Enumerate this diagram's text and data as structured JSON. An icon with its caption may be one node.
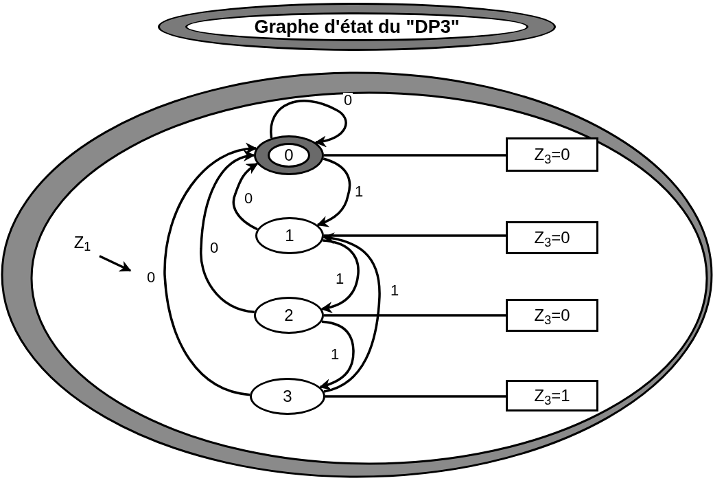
{
  "diagram": {
    "title": "Graphe d'état du \"DP3\"",
    "nodes": [
      {
        "text": [
          "0"
        ]
      },
      {
        "text": [
          "1"
        ]
      },
      {
        "text": [
          "2"
        ]
      },
      {
        "text": [
          "3"
        ]
      },
      {
        "text": [
          "Z$_{3}$=0"
        ]
      },
      {
        "text": [
          "Z$_{3}$=0"
        ]
      },
      {
        "text": [
          "Z$_{3}$=0"
        ]
      },
      {
        "text": [
          "Z$_{3}$=1"
        ]
      },
      {
        "text": [
          "Z$_{1}$"
        ]
      }
    ],
    "edges": [
      {
        "from": 0,
        "to": 0,
        "arrow": "to",
        "label": "0"
      },
      {
        "from": 0,
        "to": 1,
        "arrow": "to",
        "label": "1"
      },
      {
        "from": 1,
        "to": 0,
        "arrow": "to",
        "label": "0"
      },
      {
        "from": 2,
        "to": 0,
        "arrow": "to",
        "label": "0"
      },
      {
        "from": 1,
        "to": 2,
        "arrow": "to",
        "label": "1"
      },
      {
        "from": 3,
        "to": 1,
        "arrow": "to",
        "label": "1"
      },
      {
        "from": 2,
        "to": 3,
        "arrow": "to",
        "label": "1"
      },
      {
        "from": 3,
        "to": 0,
        "arrow": "to",
        "label": "0"
      },
      {
        "from": 8,
        "to": null,
        "arrow": "to"
      },
      {
        "from": 0,
        "to": 4,
        "arrow": "none"
      },
      {
        "from": 1,
        "to": 5,
        "arrow": "none"
      },
      {
        "from": 2,
        "to": 6,
        "arrow": "none"
      },
      {
        "from": 3,
        "to": 7,
        "arrow": "none"
      }
    ]
  }
}
